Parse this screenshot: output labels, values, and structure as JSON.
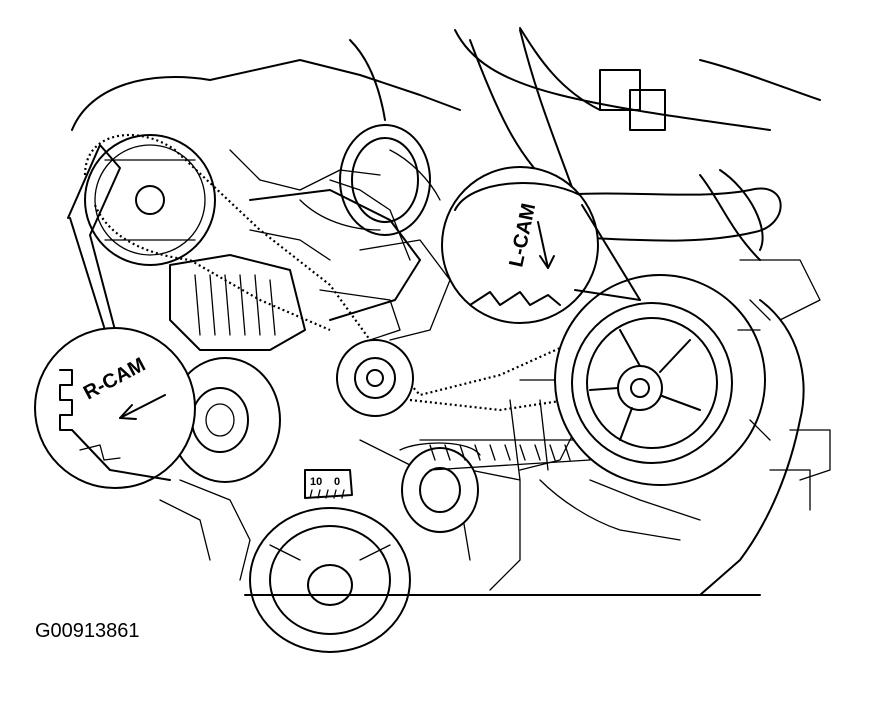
{
  "figure": {
    "id_caption": "G00913861",
    "labels": {
      "r_cam": "R-CAM",
      "l_cam": "L-CAM",
      "scale_left": "10",
      "scale_right": "0"
    }
  }
}
